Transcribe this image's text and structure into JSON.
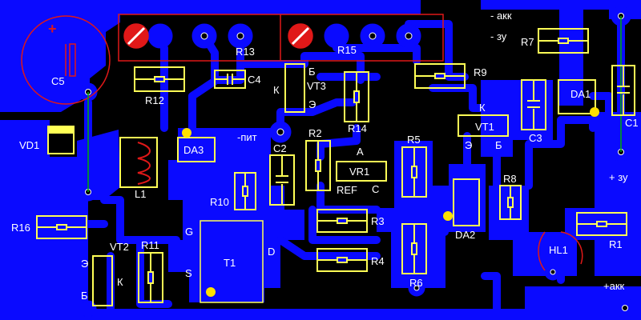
{
  "colors": {
    "background": "#000000",
    "copper": "#0a0aff",
    "silkscreen": "#ffff55",
    "outline_red": "#e01818",
    "jumper": "#00b000",
    "label": "#ffffff",
    "pad_ring": "#ffffff",
    "marker": "#ffe000"
  },
  "labels": {
    "c5": "C5",
    "vd1": "VD1",
    "r16": "R16",
    "r12": "R12",
    "r13": "R13",
    "r15": "R15",
    "c4": "C4",
    "vt3": "VT3",
    "vt3_k": "К",
    "vt3_b": "Б",
    "vt3_e": "Э",
    "r14": "R14",
    "r9": "R9",
    "akk_minus": "- акк",
    "zu_minus": "- зу",
    "r7": "R7",
    "da1": "DA1",
    "c1": "C1",
    "c3": "C3",
    "vt1": "VT1",
    "vt1_k": "К",
    "vt1_e": "Э",
    "vt1_b": "Б",
    "l1": "L1",
    "da3": "DA3",
    "pit_minus": "-пит",
    "c2": "C2",
    "r2": "R2",
    "r5": "R5",
    "vr1": "VR1",
    "vr1_a": "A",
    "vr1_ref": "REF",
    "vr1_c": "C",
    "r10": "R10",
    "r3": "R3",
    "r4": "R4",
    "r6": "R6",
    "r8": "R8",
    "da2": "DA2",
    "zu_plus": "+ зу",
    "r1": "R1",
    "hl1": "HL1",
    "akk_plus": "+акк",
    "t1": "T1",
    "t1_g": "G",
    "t1_d": "D",
    "t1_s": "S",
    "r11": "R11",
    "vt2": "VT2",
    "vt2_e": "Э",
    "vt2_k": "К",
    "vt2_b": "Б"
  }
}
